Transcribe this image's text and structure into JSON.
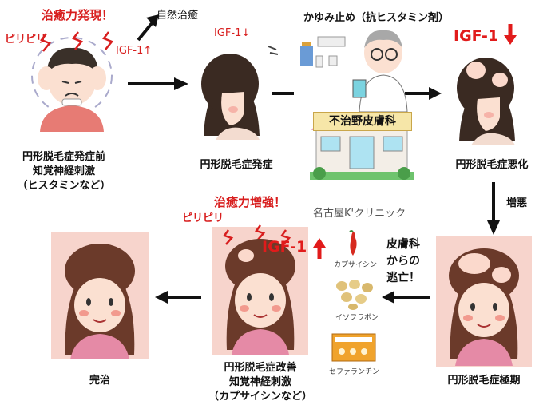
{
  "stages": {
    "pre_onset": {
      "line1": "円形脱毛症発症前",
      "line2": "知覚神経刺激",
      "line3": "（ヒスタミンなど）"
    },
    "onset": {
      "label": "円形脱毛症発症"
    },
    "worsening": {
      "label": "円形脱毛症悪化"
    },
    "peak": {
      "label": "円形脱毛症極期"
    },
    "improving": {
      "line1": "円形脱毛症改善",
      "line2": "知覚神経刺激",
      "line3": "（カプサイシンなど）"
    },
    "cured": {
      "label": "完治"
    }
  },
  "annotations": {
    "healing_found": "治癒力発現！",
    "tingle_top": "ピリピリ",
    "igf_up_small": "IGF-1",
    "natural_healing": "自然治癒",
    "igf_down_small": "IGF-1",
    "itch_stop": "かゆみ止め（抗ヒスタミン剤）",
    "igf_down_large": "IGF-1",
    "aggravation": "増悪",
    "escape_line1": "皮膚科",
    "escape_line2": "からの",
    "escape_line3": "逃亡！",
    "healing_boost": "治癒力増強！",
    "tingle_mid": "ピリピリ",
    "igf_up_large": "IGF-1",
    "clinic_logo": "名古屋K'クリニック",
    "capsaicin": "カプサイシン",
    "isoflavone": "イソフラボン",
    "cepharanthine": "セファランチン",
    "clinic_sign": "不治野皮膚科"
  },
  "colors": {
    "accent_red": "#e11b1b",
    "skin_panel": "#f7d4cc",
    "arrow": "#111111"
  }
}
